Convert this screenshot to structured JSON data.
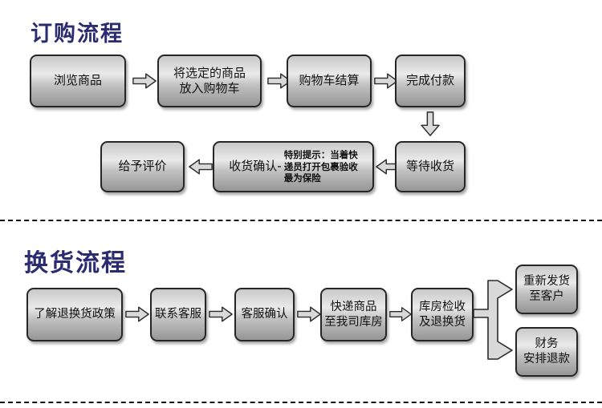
{
  "colors": {
    "title": "#2b2b70",
    "box_border": "#262626",
    "box_top": "#c9c9c9",
    "box_highlight": "#eaeaea",
    "box_bottom": "#969696",
    "arrow_fill": "#d9d9d9",
    "arrow_stroke": "#2a2a2a"
  },
  "order_flow": {
    "title": "订购流程",
    "boxes": {
      "browse": "浏览商品",
      "add_to_cart": "将选定的商品\n放入购物车",
      "checkout": "购物车结算",
      "payment": "完成付款",
      "wait_delivery": "等待收货",
      "confirm_receipt": "收货确认-",
      "confirm_receipt_note": "特别提示：当着快\n递员打开包裹验收\n最为保险",
      "review": "给予评价"
    }
  },
  "exchange_flow": {
    "title": "换货流程",
    "boxes": {
      "know_policy": "了解退换货政策",
      "contact_service": "联系客服",
      "service_confirm": "客服确认",
      "ship_to_warehouse": "快递商品\n至我司库房",
      "warehouse_inspect": "库房检收\n及退换货",
      "reship": "重新发货\n至客户",
      "refund": "财务\n安排退款"
    }
  }
}
